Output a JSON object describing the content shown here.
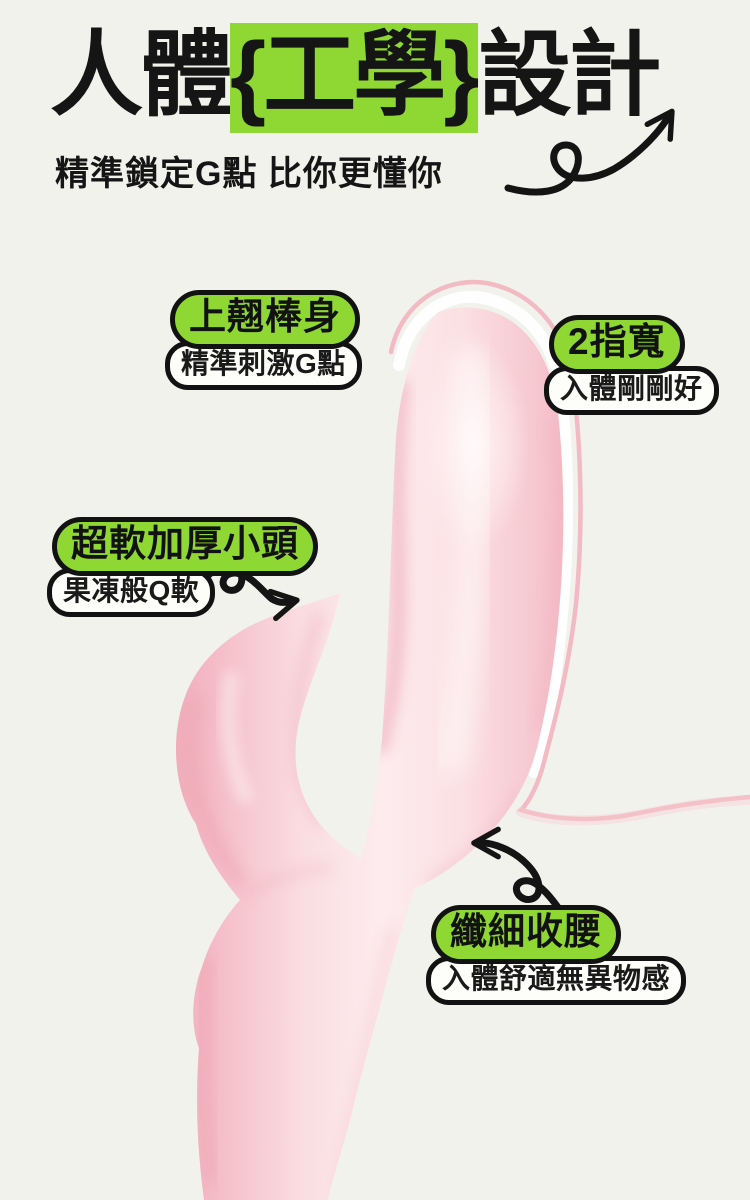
{
  "meta": {
    "type": "product-feature-infographic",
    "language": "zh-TW"
  },
  "colors": {
    "background": "#F2F2EC",
    "accent_green": "#8FD733",
    "ink": "#141414",
    "pill_white": "#FDFDFA",
    "pink_light": "#FDECEE",
    "pink_mid": "#F7C8CF",
    "pink_deep": "#F0ACB9"
  },
  "header": {
    "title_prefix": "人體",
    "title_highlight": "{工學}",
    "title_suffix": "設計",
    "subtitle": "精準鎖定G點 比你更懂你"
  },
  "callouts": [
    {
      "label": "上翹棒身",
      "desc": "精準刺激G點"
    },
    {
      "label": "2指寬",
      "desc": "入體剛剛好"
    },
    {
      "label": "超軟加厚小頭",
      "desc": "果凍般Q軟"
    },
    {
      "label": "纖細收腰",
      "desc": "入體舒適無異物感"
    }
  ],
  "figure": {
    "subject": "pink rabbit-style vibrator with upturned shaft and soft clitoral arm",
    "decorations": [
      "curl-arrow-up-right",
      "curl-arrow-right",
      "curl-arrow-up-left",
      "pink-ribbon-swoosh"
    ]
  }
}
